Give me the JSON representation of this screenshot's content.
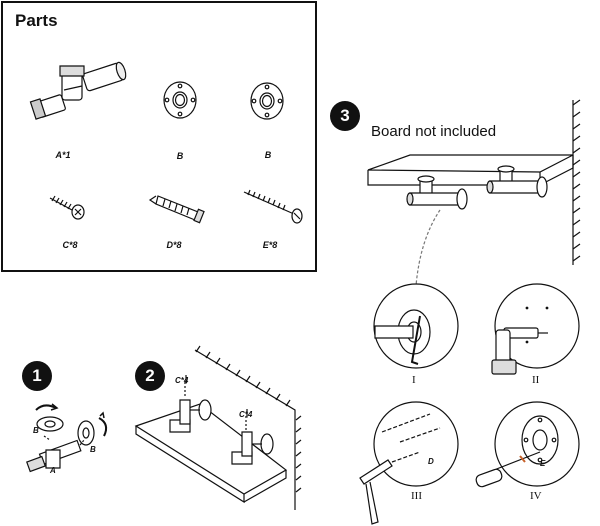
{
  "parts": {
    "title": "Parts",
    "labels": {
      "a": "A*1",
      "b1": "B",
      "b2": "B",
      "c": "C*8",
      "d": "D*8",
      "e": "E*8"
    }
  },
  "step1": {
    "number": "1",
    "label_b_left": "B",
    "label_b_right": "B",
    "label_a": "A"
  },
  "step2": {
    "number": "2",
    "label_c_left": "C*4",
    "label_c_right": "C*4"
  },
  "step3": {
    "number": "3",
    "note": "Board not included"
  },
  "details": {
    "roman": [
      "I",
      "II",
      "III",
      "IV"
    ],
    "label_d": "D",
    "label_e": "E"
  }
}
